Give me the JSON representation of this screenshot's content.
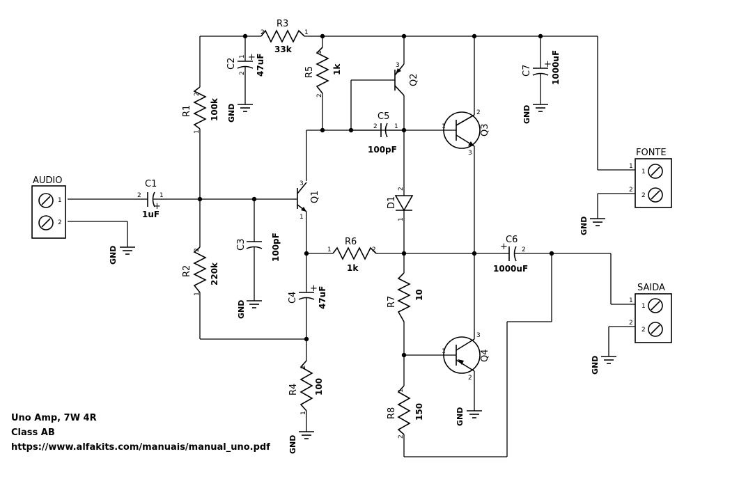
{
  "components": {
    "r1": {
      "ref": "R1",
      "value": "100k"
    },
    "r2": {
      "ref": "R2",
      "value": "220k"
    },
    "r3": {
      "ref": "R3",
      "value": "33k"
    },
    "r4": {
      "ref": "R4",
      "value": "100"
    },
    "r5": {
      "ref": "R5",
      "value": "1k"
    },
    "r6": {
      "ref": "R6",
      "value": "1k"
    },
    "r7": {
      "ref": "R7",
      "value": "10"
    },
    "r8": {
      "ref": "R8",
      "value": "150"
    },
    "c1": {
      "ref": "C1",
      "value": "1uF"
    },
    "c2": {
      "ref": "C2",
      "value": "47uF"
    },
    "c3": {
      "ref": "C3",
      "value": "100pF"
    },
    "c4": {
      "ref": "C4",
      "value": "47uF"
    },
    "c5": {
      "ref": "C5",
      "value": "100pF"
    },
    "c6": {
      "ref": "C6",
      "value": "1000uF"
    },
    "c7": {
      "ref": "C7",
      "value": "1000uF"
    },
    "q1": {
      "ref": "Q1"
    },
    "q2": {
      "ref": "Q2"
    },
    "q3": {
      "ref": "Q3"
    },
    "q4": {
      "ref": "Q4"
    },
    "d1": {
      "ref": "D1"
    }
  },
  "connectors": {
    "audio": {
      "label": "AUDIO"
    },
    "fonte": {
      "label": "FONTE"
    },
    "saida": {
      "label": "SAIDA"
    }
  },
  "pins": {
    "one": "1",
    "two": "2",
    "three": "3",
    "plus": "+"
  },
  "gnd_label": "GND",
  "notes": {
    "line1": "Uno Amp, 7W 4R",
    "line2": "Class AB",
    "line3": "https://www.alfakits.com/manuais/manual_uno.pdf"
  }
}
